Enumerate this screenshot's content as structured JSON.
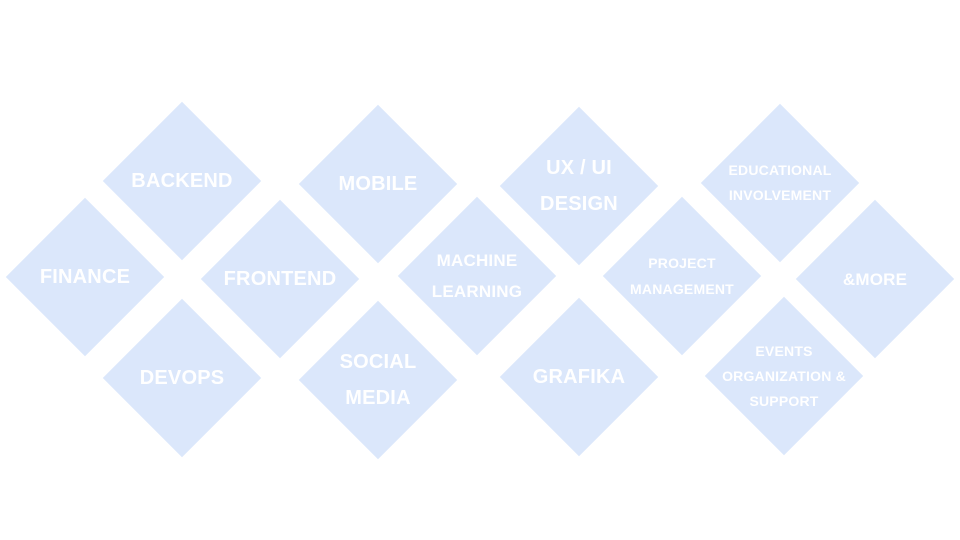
{
  "tiles": [
    {
      "id": "backend",
      "label": "BACKEND"
    },
    {
      "id": "finance",
      "label": "FINANCE"
    },
    {
      "id": "devops",
      "label": "DEVOPS"
    },
    {
      "id": "mobile",
      "label": "MOBILE"
    },
    {
      "id": "frontend",
      "label": "FRONTEND"
    },
    {
      "id": "social-media",
      "label": "SOCIAL\nMEDIA"
    },
    {
      "id": "machine-learning",
      "label": "MACHINE\nLEARNING"
    },
    {
      "id": "ux-ui-design",
      "label": "UX / UI\nDESIGN"
    },
    {
      "id": "grafika",
      "label": "GRAFIKA"
    },
    {
      "id": "project-management",
      "label": "PROJECT\nMANAGEMENT"
    },
    {
      "id": "educational-involvement",
      "label": "EDUCATIONAL\nINVOLVEMENT"
    },
    {
      "id": "events-organization-support",
      "label": "EVENTS\nORGANIZATION &\nSUPPORT"
    },
    {
      "id": "more",
      "label": "&MORE"
    }
  ],
  "colors": {
    "tile": "#dbe7fb",
    "text": "#ffffff"
  }
}
